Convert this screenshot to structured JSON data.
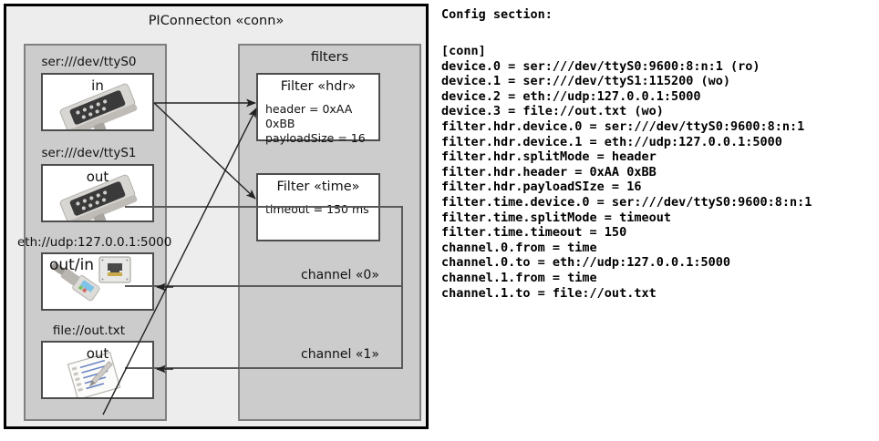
{
  "diagram": {
    "package_title": "PIConnecton «conn»",
    "groups": {
      "devices_title": "",
      "filters_title": "filters"
    },
    "devices": [
      {
        "label": "ser:///dev/ttyS0",
        "name": "in",
        "icon": "serial-port-icon"
      },
      {
        "label": "ser:///dev/ttyS1",
        "name": "out",
        "icon": "serial-port-icon"
      },
      {
        "label": "eth://udp:127.0.0.1:5000",
        "name": "out/in",
        "icon": "ethernet-jack-icon"
      },
      {
        "label": "file://out.txt",
        "name": "out",
        "icon": "text-file-icon"
      }
    ],
    "filters": [
      {
        "title": "Filter «hdr»",
        "attrs": [
          "header = 0xAA 0xBB",
          "payloadSize = 16"
        ]
      },
      {
        "title": "Filter «time»",
        "attrs": [
          "timeout = 150 ms"
        ]
      }
    ],
    "channels": [
      {
        "label": "channel «0»"
      },
      {
        "label": "channel «1»"
      }
    ],
    "colors": {
      "frame_fill": "#ededed",
      "frame_stroke": "#000000",
      "group_fill": "#cccccc",
      "group_stroke": "#808080",
      "box_fill": "#ffffff",
      "box_stroke": "#4d4d4d",
      "line": "#333333"
    }
  },
  "config": {
    "heading": "Config section:",
    "lines": [
      "[conn]",
      "device.0 = ser:///dev/ttyS0:9600:8:n:1 (ro)",
      "device.1 = ser:///dev/ttyS1:115200 (wo)",
      "device.2 = eth://udp:127.0.0.1:5000",
      "device.3 = file://out.txt (wo)",
      "filter.hdr.device.0 = ser:///dev/ttyS0:9600:8:n:1",
      "filter.hdr.device.1 = eth://udp:127.0.0.1:5000",
      "filter.hdr.splitMode = header",
      "filter.hdr.header = 0xAA 0xBB",
      "filter.hdr.payloadSIze = 16",
      "filter.time.device.0 = ser:///dev/ttyS0:9600:8:n:1",
      "filter.time.splitMode = timeout",
      "filter.time.timeout = 150",
      "channel.0.from = time",
      "channel.0.to = eth://udp:127.0.0.1:5000",
      "channel.1.from = time",
      "channel.1.to = file://out.txt"
    ],
    "text": "[conn]\ndevice.0 = ser:///dev/ttyS0:9600:8:n:1 (ro)\ndevice.1 = ser:///dev/ttyS1:115200 (wo)\ndevice.2 = eth://udp:127.0.0.1:5000\ndevice.3 = file://out.txt (wo)\nfilter.hdr.device.0 = ser:///dev/ttyS0:9600:8:n:1\nfilter.hdr.device.1 = eth://udp:127.0.0.1:5000\nfilter.hdr.splitMode = header\nfilter.hdr.header = 0xAA 0xBB\nfilter.hdr.payloadSIze = 16\nfilter.time.device.0 = ser:///dev/ttyS0:9600:8:n:1\nfilter.time.splitMode = timeout\nfilter.time.timeout = 150\nchannel.0.from = time\nchannel.0.to = eth://udp:127.0.0.1:5000\nchannel.1.from = time\nchannel.1.to = file://out.txt"
  }
}
